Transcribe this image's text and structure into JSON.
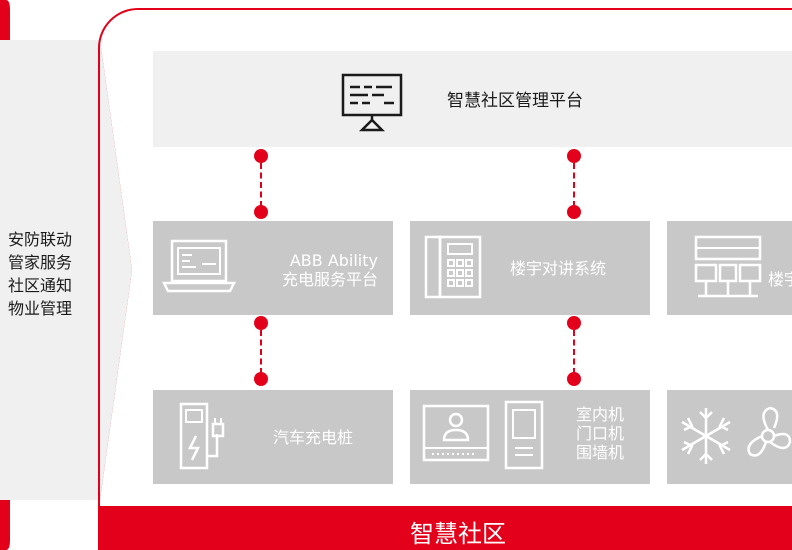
{
  "left_panel": {
    "lines": [
      "安防联动",
      "管家服务",
      "社区通知",
      "物业管理"
    ]
  },
  "platform": {
    "title": "智慧社区管理平台",
    "icon": "monitor-icon"
  },
  "middle_row": [
    {
      "lines": [
        "ABB Ability",
        "充电服务平台"
      ],
      "icon": "laptop-icon"
    },
    {
      "lines": [
        "楼宇对讲系统"
      ],
      "icon": "intercom-icon"
    },
    {
      "lines": [
        "楼宇"
      ],
      "icon": "building-icon"
    }
  ],
  "bottom_row": [
    {
      "lines": [
        "汽车充电桩"
      ],
      "icon": "ev-charger-icon"
    },
    {
      "lines": [
        "室内机",
        "门口机",
        "围墙机"
      ],
      "icon": "door-station-icon"
    },
    {
      "lines": [],
      "icon": "hvac-icon"
    }
  ],
  "footer": {
    "title": "智慧社区"
  },
  "colors": {
    "accent": "#e2001a",
    "box": "#c8c8c8",
    "panel": "#f0f0f0"
  }
}
